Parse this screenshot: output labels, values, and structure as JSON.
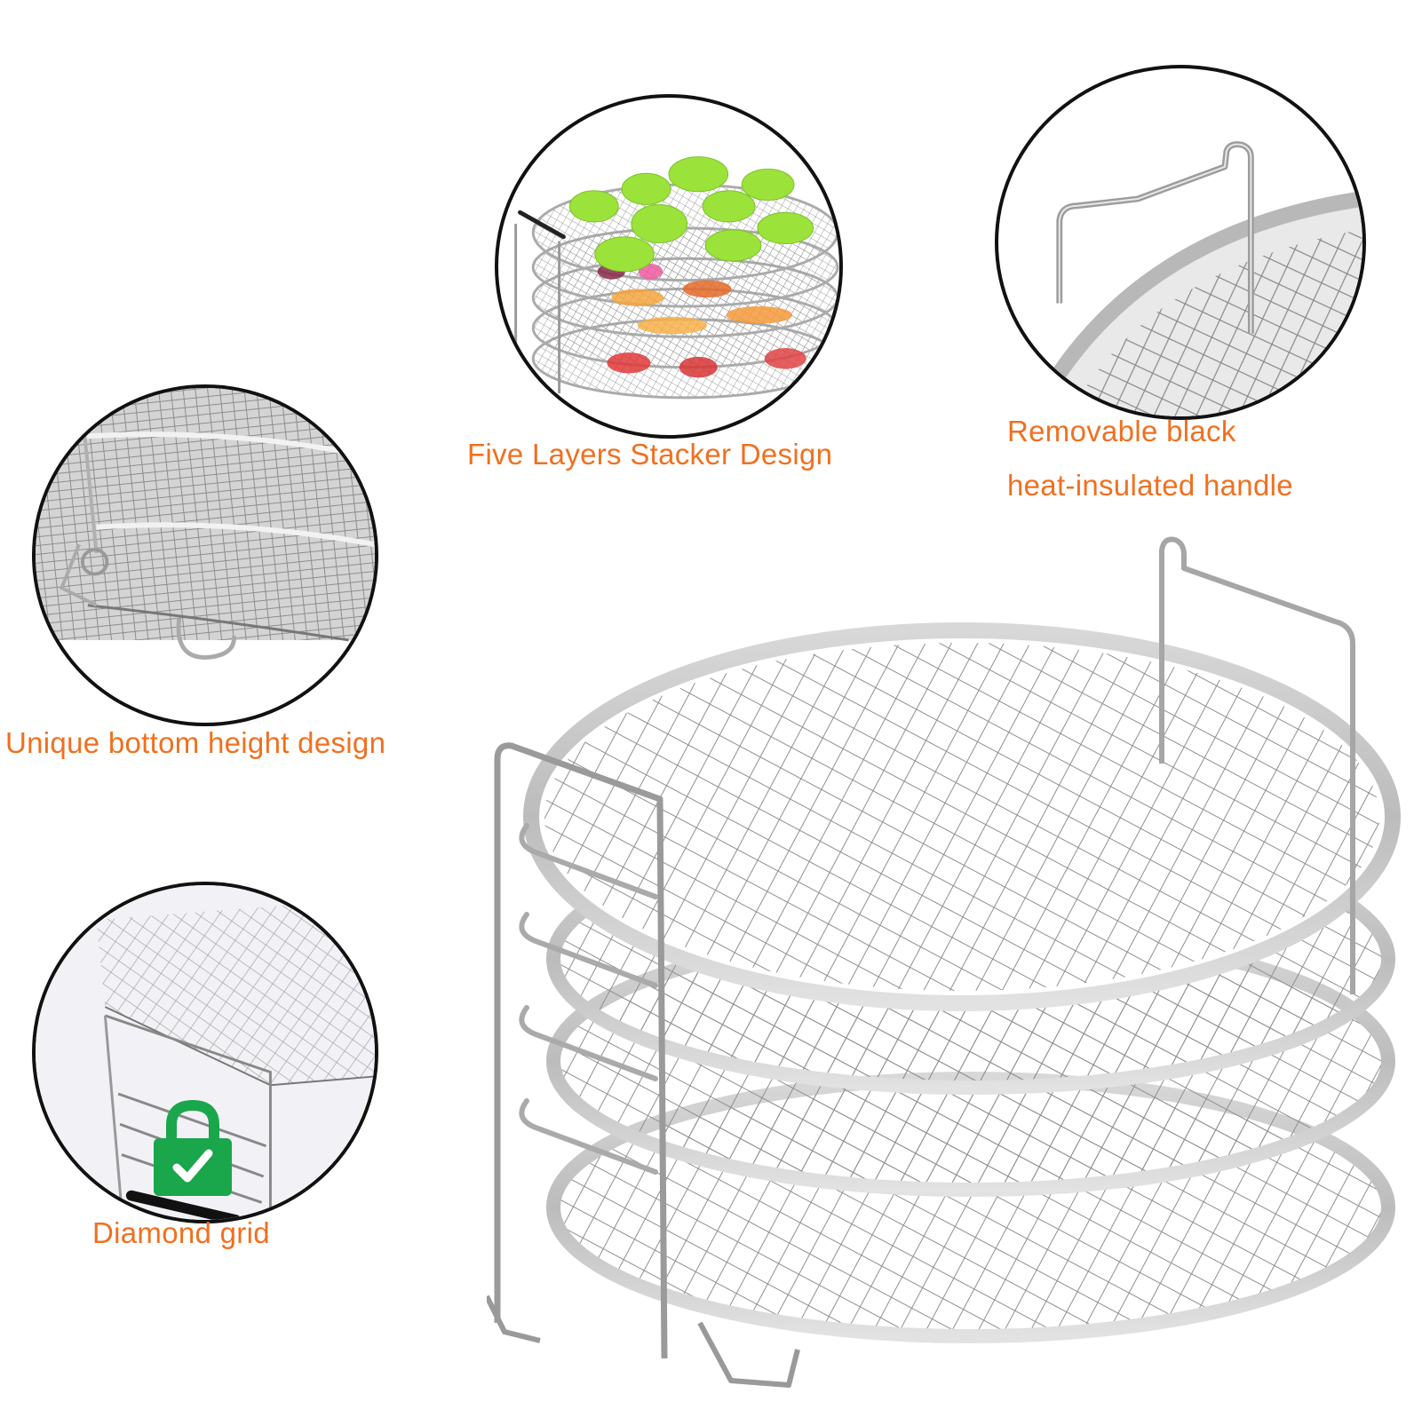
{
  "page": {
    "type": "product-feature-infographic",
    "accent_color": "#f07020"
  },
  "callouts": [
    {
      "id": "five-layers",
      "label": "Five Layers Stacker Design",
      "depicts": "stacked racks with dried fruit slices"
    },
    {
      "id": "handle",
      "label_lines": [
        "Removable black",
        "heat-insulated handle"
      ],
      "depicts": "close-up of wire handle on rack rim"
    },
    {
      "id": "bottom-height",
      "label": "Unique bottom height design",
      "depicts": "close-up of rack bottom feet"
    },
    {
      "id": "diamond-grid",
      "label": "Diamond grid",
      "depicts": "rack with green lock check icon"
    }
  ],
  "icons": {
    "lock": {
      "name": "lock-check-icon",
      "color": "#1aa64a"
    }
  },
  "main_product": {
    "name": "five-tier stainless steel dehydrator rack",
    "layers": 4
  }
}
